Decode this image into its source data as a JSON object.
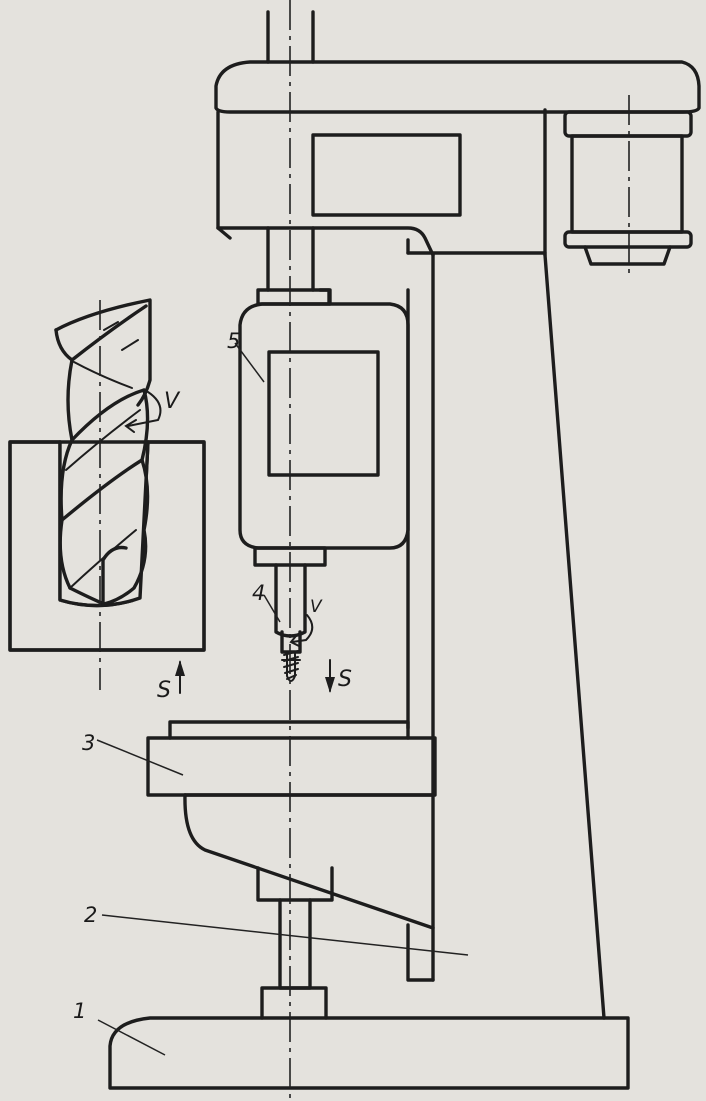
{
  "callouts": {
    "base": "1",
    "column": "2",
    "table": "3",
    "spindle": "4",
    "drill_head": "5"
  },
  "motion_symbols": {
    "rotation": "V",
    "feed_up": "S",
    "feed_down": "S"
  },
  "colors": {
    "paper": "#e4e2dd",
    "ink": "#1d1d1d"
  }
}
